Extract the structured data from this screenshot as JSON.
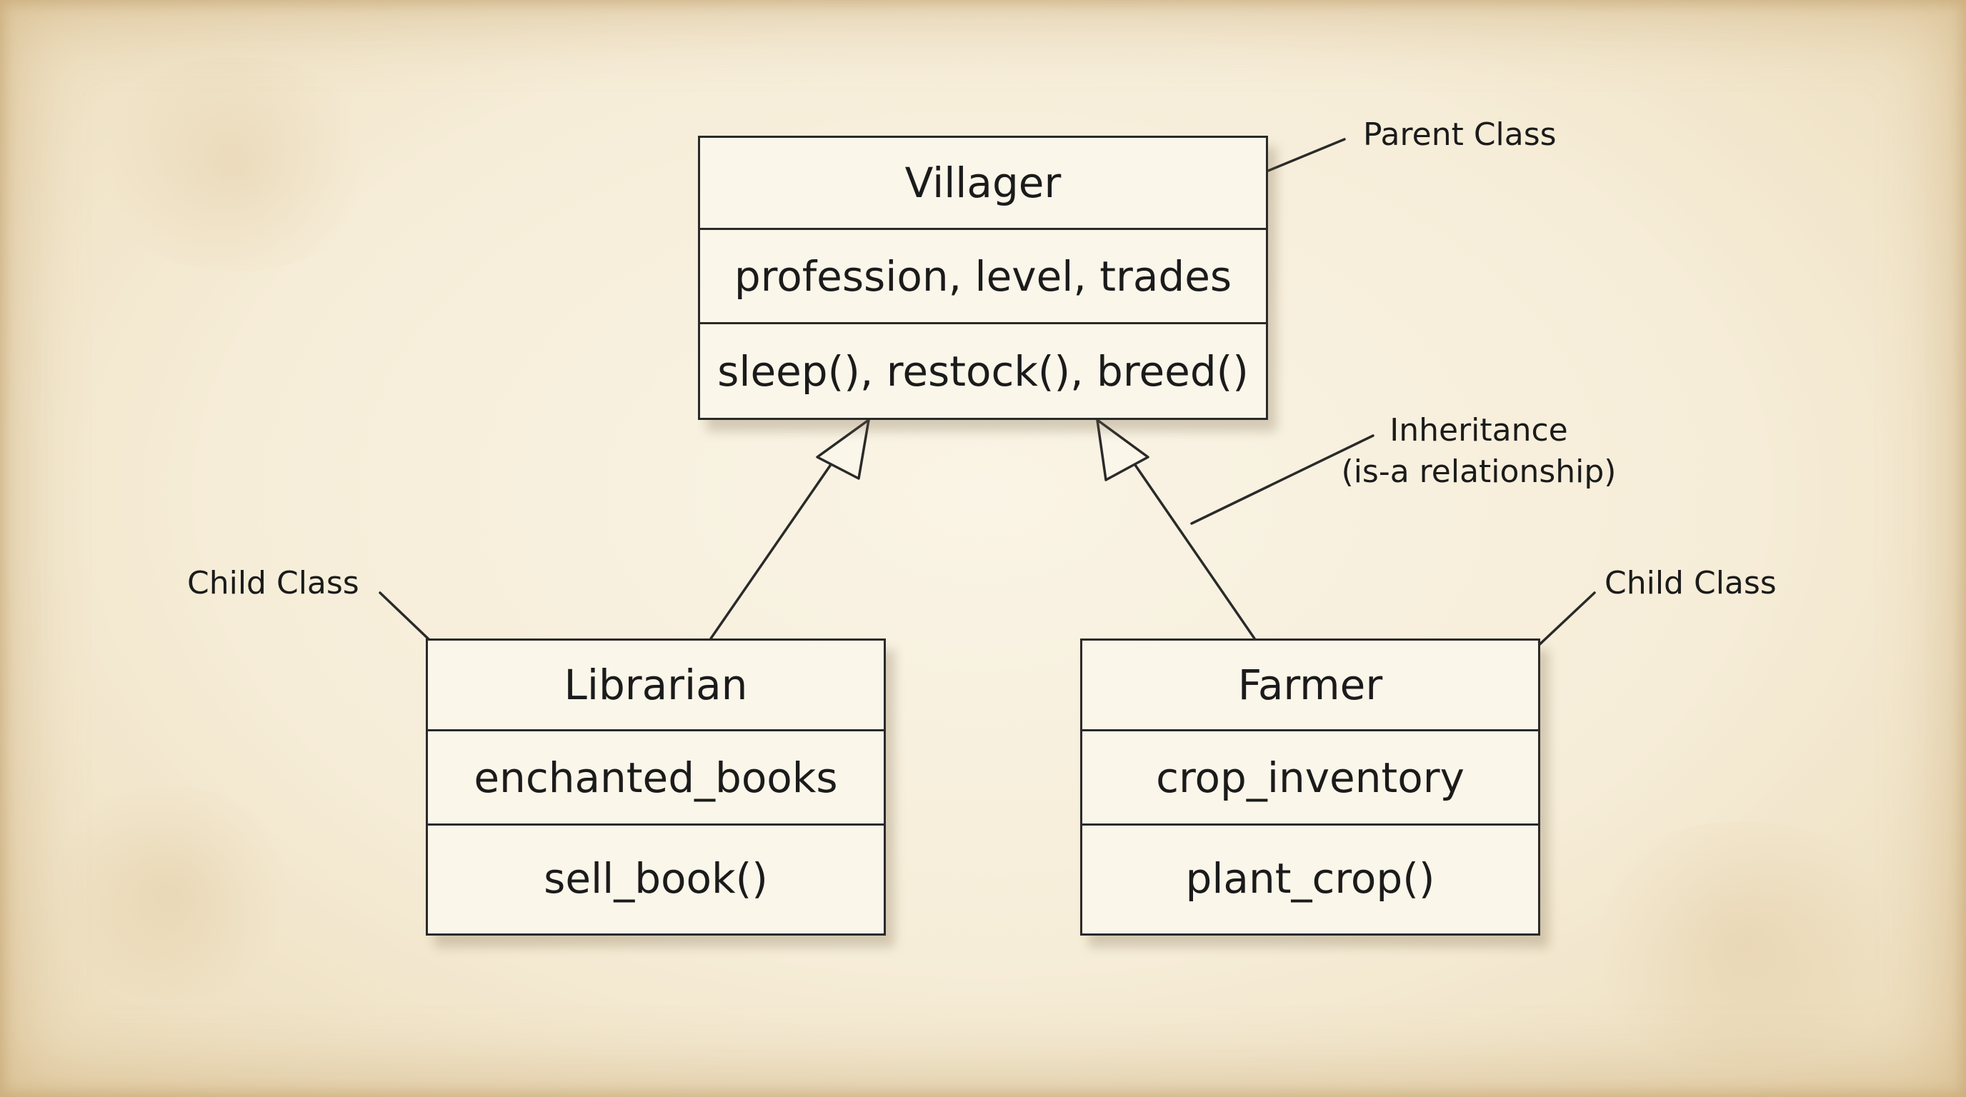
{
  "diagram": {
    "parent_class": {
      "name": "Villager",
      "attributes": "profession, level, trades",
      "methods": "sleep(), restock(), breed()"
    },
    "child_classes": [
      {
        "name": "Librarian",
        "attributes": "enchanted_books",
        "methods": "sell_book()"
      },
      {
        "name": "Farmer",
        "attributes": "crop_inventory",
        "methods": "plant_crop()"
      }
    ],
    "annotations": {
      "parent": "Parent Class",
      "inheritance_line1": "Inheritance",
      "inheritance_line2": "(is-a relationship)",
      "child_left": "Child Class",
      "child_right": "Child Class"
    },
    "relationships": [
      {
        "from": "Librarian",
        "to": "Villager",
        "type": "inheritance"
      },
      {
        "from": "Farmer",
        "to": "Villager",
        "type": "inheritance"
      }
    ]
  }
}
